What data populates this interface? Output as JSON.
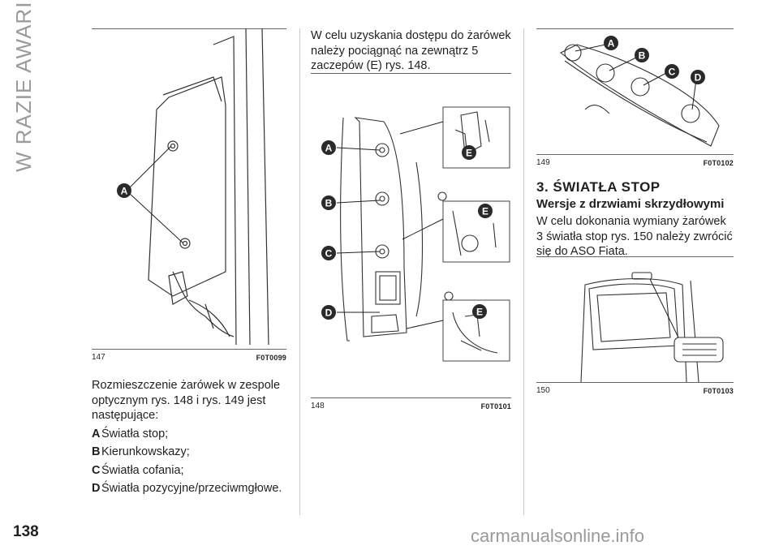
{
  "chapter_title": "W RAZIE AWARII",
  "page_number": "138",
  "watermark": "carmanualsonline.info",
  "figures": {
    "f147": {
      "number": "147",
      "code": "F0T0099",
      "labels": [
        "A"
      ]
    },
    "f148": {
      "number": "148",
      "code": "F0T0101",
      "labels": [
        "A",
        "B",
        "C",
        "D",
        "E",
        "E",
        "E"
      ]
    },
    "f149": {
      "number": "149",
      "code": "F0T0102",
      "labels": [
        "A",
        "B",
        "C",
        "D"
      ]
    },
    "f150": {
      "number": "150",
      "code": "F0T0103"
    }
  },
  "left_text": {
    "intro": "Rozmieszczenie żarówek w zespole optycznym rys. 148 i rys. 149 jest następujące:",
    "legend": [
      {
        "letter": "A",
        "text": "Światła stop;"
      },
      {
        "letter": "B",
        "text": "Kierunkowskazy;"
      },
      {
        "letter": "C",
        "text": "Światła cofania;"
      },
      {
        "letter": "D",
        "text": "Światła pozycyjne/przeciwmgłowe."
      }
    ]
  },
  "middle_text": "W celu uzyskania dostępu do żarówek należy pociągnąć na zewnątrz 5 zaczepów (E) rys. 148.",
  "right_section": {
    "heading": "3. ŚWIATŁA STOP",
    "subheading": "Wersje z drzwiami skrzydłowymi",
    "body": "W celu dokonania wymiany żarówek 3 światła stop rys. 150 należy zwrócić się do ASO Fiata."
  },
  "colors": {
    "label_fill": "#2a2a2a",
    "rule": "#666666",
    "chapter": "#9b9b9b"
  }
}
